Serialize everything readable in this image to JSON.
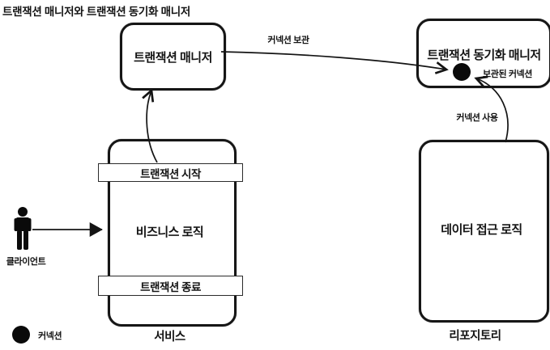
{
  "title": "트랜잭션 매니저와 트랜잭션 동기화 매니저",
  "diagram": {
    "transaction_manager": {
      "label": "트랜잭션 매니저"
    },
    "sync_manager": {
      "label": "트랜잭션 동기화 매니저",
      "stored_connection_label": "보관된 커넥션"
    },
    "service": {
      "caption": "서비스",
      "transaction_start": "트랜잭션 시작",
      "business_logic": "비즈니스 로직",
      "transaction_end": "트랜잭션 종료"
    },
    "repository": {
      "caption": "리포지토리",
      "data_access_logic": "데이터 접근 로직"
    },
    "client": {
      "label": "클라이언트"
    },
    "edges": {
      "store_connection": "커넥션 보관",
      "use_connection": "커넥션 사용"
    },
    "legend": {
      "connection": "커넥션"
    }
  },
  "colors": {
    "ink": "#141414",
    "background": "#ffffff"
  }
}
